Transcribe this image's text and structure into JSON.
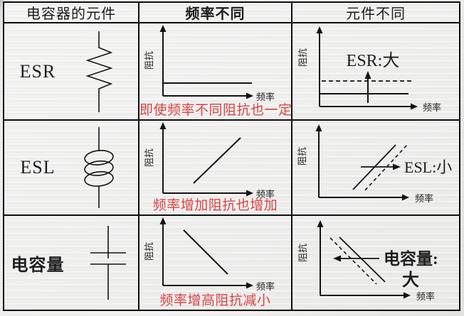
{
  "palette": {
    "ink": "#141414",
    "red": "#d84343",
    "border": "#0e0e0e",
    "slide_bg": "#f1f1f0"
  },
  "header": {
    "columns": [
      {
        "label": "电容器的元件"
      },
      {
        "label": "频率不同"
      },
      {
        "label": "元件不同"
      }
    ]
  },
  "axes": {
    "y_label": "阻抗",
    "x_label": "频率"
  },
  "rows": [
    {
      "name": "ESR",
      "symbol": "resistor",
      "frequency_plot": {
        "trend": "flat",
        "caption": "即使频率不同阻抗也一定"
      },
      "component_plot": {
        "shift": "up",
        "label": "ESR:大"
      }
    },
    {
      "name": "ESL",
      "symbol": "inductor",
      "frequency_plot": {
        "trend": "rising",
        "caption": "频率增加阻抗也增加"
      },
      "component_plot": {
        "shift": "right",
        "label": "ESL:小"
      }
    },
    {
      "name": "电容量",
      "symbol": "capacitor",
      "frequency_plot": {
        "trend": "falling",
        "caption": "频率增高阻抗减小"
      },
      "component_plot": {
        "shift": "left",
        "label_line1": "电容量:",
        "label_line2": "大"
      }
    }
  ]
}
